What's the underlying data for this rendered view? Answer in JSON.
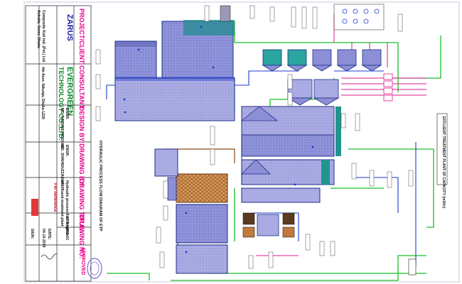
{
  "title_block": {
    "project_client_label": "PROJECT/CLIENT:",
    "consultant_label": "CONSULTANT:",
    "design_by_label": "DESIGN BY:",
    "drawing_by_label": "DRAWING BY:",
    "drawing_title_label": "DRAWING TITLE:",
    "drawing_no_label": "DRAWING NO:",
    "company_name": "ZARUS",
    "company_line1": "Composite Knit Ind. (Pvt.) Ltd.",
    "company_line2": "Ashulia, Savar, Dhaka",
    "consultant_name_1": "EVERGREEN",
    "consultant_name_2": "TECHNOLOGY CO.,LTD.",
    "consultant_address": "4th floor, Nikunja, Dhaka-1229",
    "designer_1": "ENGR.",
    "designer_2": "MD. NAZMUL HOSSAIN",
    "drawer_1": "ENGR.",
    "drawer_2": "MD. SHAHIDUZZAMAN",
    "drawing_title_1": "Hydraulic process flow diagram",
    "drawing_title_2": "of Effluent treatment plant",
    "drawing_title_note": "For Reference",
    "drawing_no_value": "ETP-HPFD-01",
    "diagram_caption": "HYDRAULIC PROCESS FLOW DIAGRAM OF ETP",
    "date_label": "DATE:",
    "date_value": "04-10-2019",
    "approved_label": "APPROVED",
    "sign_label": "SIGN:"
  },
  "plant_caption": "EFFLUENT TREATMENT PLANT OF CAPACITY (m3/hr)",
  "colors": {
    "tank_fill": "#8d8fd6",
    "tank_stroke": "#1f2d8a",
    "teal_frame": "#1a8a8a",
    "pipe_green": "#1bbf2a",
    "pipe_magenta": "#e0188c",
    "pipe_blue": "#1c3bd0",
    "media_brown": "#c2793b",
    "title_magenta": "#e8008a",
    "title_red": "#d0001b"
  }
}
